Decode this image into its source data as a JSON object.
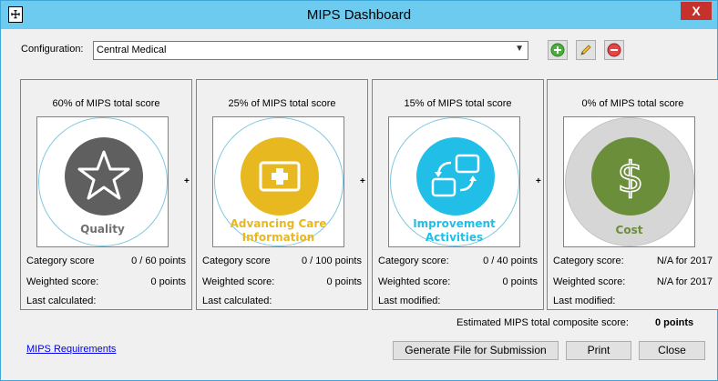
{
  "window": {
    "title": "MIPS Dashboard",
    "close_label": "X",
    "app_icon": "document-icon"
  },
  "config": {
    "label": "Configuration:",
    "value": "Central Medical"
  },
  "toolbar": {
    "icons": [
      "add-icon",
      "edit-pencil-icon",
      "remove-icon"
    ]
  },
  "categories": [
    {
      "header": "60% of MIPS total score",
      "title": "Quality",
      "title_line2": "",
      "icon": "star-icon",
      "disc_color": "#5f5f5f",
      "caption_color": "#707070",
      "rows": [
        {
          "label": "Category score",
          "value": "0 / 60 points"
        },
        {
          "label": "Weighted score:",
          "value": "0 points"
        },
        {
          "label": "Last calculated:",
          "value": ""
        }
      ]
    },
    {
      "header": "25% of MIPS total score",
      "title": "Advancing Care",
      "title_line2": "Information",
      "icon": "medical-kit-icon",
      "disc_color": "#e8b820",
      "caption_color": "#e8b820",
      "rows": [
        {
          "label": "Category score",
          "value": "0 / 100 points"
        },
        {
          "label": "Weighted score:",
          "value": "0 points"
        },
        {
          "label": "Last calculated:",
          "value": ""
        }
      ]
    },
    {
      "header": "15% of MIPS total score",
      "title": "Improvement",
      "title_line2": "Activities",
      "icon": "cycle-arrows-icon",
      "disc_color": "#21bfe8",
      "caption_color": "#21bfe8",
      "rows": [
        {
          "label": "Category score:",
          "value": "0 / 40 points"
        },
        {
          "label": "Weighted score:",
          "value": "0 points"
        },
        {
          "label": "Last modified:",
          "value": ""
        }
      ]
    },
    {
      "header": "0% of MIPS total score",
      "title": "Cost",
      "title_line2": "",
      "icon": "dollar-icon",
      "disc_color": "#6b8e3a",
      "caption_color": "#6b8e3a",
      "rows": [
        {
          "label": "Category score:",
          "value": "N/A for 2017"
        },
        {
          "label": "Weighted score:",
          "value": "N/A for 2017"
        },
        {
          "label": "Last modified:",
          "value": ""
        }
      ]
    }
  ],
  "plus": "+",
  "total": {
    "label": "Estimated MIPS total composite score:",
    "value": "0 points"
  },
  "footer": {
    "link": "MIPS Requirements",
    "generate": "Generate File for Submission",
    "print": "Print",
    "close": "Close"
  }
}
